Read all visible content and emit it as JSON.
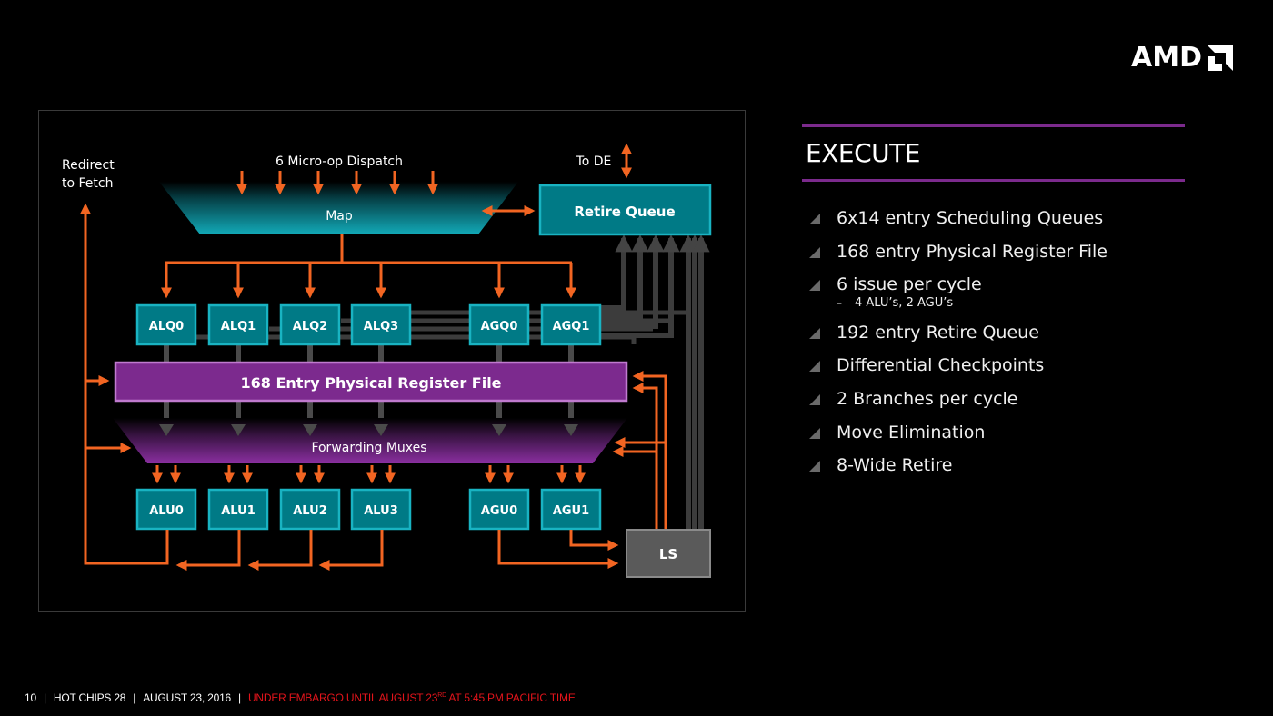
{
  "logo": {
    "text": "AMD",
    "icon": "amd-arrow-logo-icon"
  },
  "diagram": {
    "labels": {
      "redirect_line1": "Redirect",
      "redirect_line2": "to Fetch",
      "dispatch": "6 Micro-op Dispatch",
      "to_de": "To DE",
      "map": "Map",
      "retire_queue": "Retire Queue",
      "register_file": "168 Entry Physical Register File",
      "forwarding_muxes": "Forwarding Muxes",
      "ls": "LS"
    },
    "schedulers": [
      "ALQ0",
      "ALQ1",
      "ALQ2",
      "ALQ3",
      "AGQ0",
      "AGQ1"
    ],
    "execution_units": [
      "ALU0",
      "ALU1",
      "ALU2",
      "ALU3",
      "AGU0",
      "AGU1"
    ],
    "colors": {
      "teal": "#007a86",
      "teal_border": "#19b3c2",
      "purple": "#7c2a8e",
      "purple_border": "#c07acf",
      "orange": "#f26522",
      "gray_bus": "#3c3c3c",
      "ls_gray": "#5a5a5a"
    }
  },
  "panel": {
    "title": "EXECUTE",
    "bullets": [
      {
        "text": "6x14 entry Scheduling Queues",
        "level": 1
      },
      {
        "text": "168 entry Physical Register File",
        "level": 1
      },
      {
        "text": "6 issue per cycle",
        "level": 1
      },
      {
        "text": "4 ALU’s, 2 AGU’s",
        "level": 2
      },
      {
        "text": "192 entry Retire Queue",
        "level": 1
      },
      {
        "text": "Differential Checkpoints",
        "level": 1
      },
      {
        "text": "2 Branches per cycle",
        "level": 1
      },
      {
        "text": "Move Elimination",
        "level": 1
      },
      {
        "text": "8-Wide Retire",
        "level": 1
      }
    ]
  },
  "footer": {
    "page": "10",
    "event": "HOT CHIPS 28",
    "date": "AUGUST 23, 2016",
    "embargo_prefix": "UNDER EMBARGO UNTIL  AUGUST 23",
    "embargo_sup": "RD",
    "embargo_suffix": " AT 5:45 PM PACIFIC TIME"
  }
}
